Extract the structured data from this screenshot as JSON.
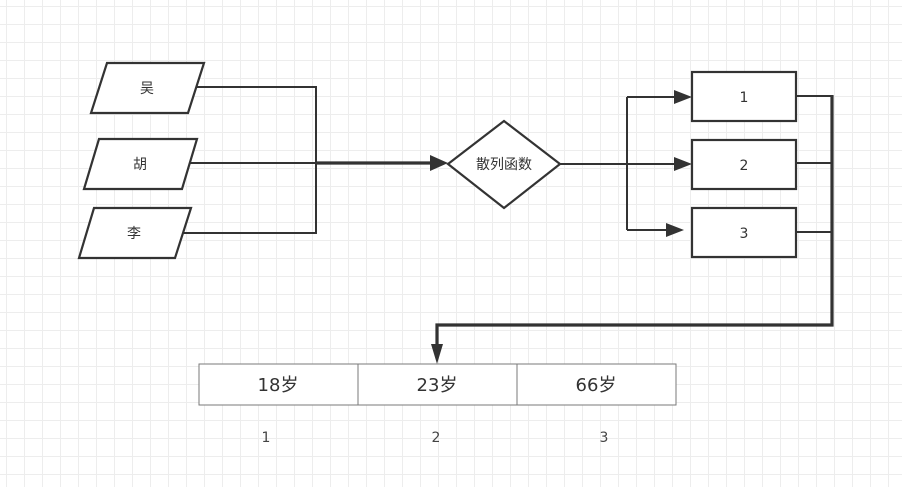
{
  "inputs": [
    "吴",
    "胡",
    "李"
  ],
  "hash_function": "散列函数",
  "buckets": [
    "1",
    "2",
    "3"
  ],
  "table": {
    "cells": [
      "18岁",
      "23岁",
      "66岁"
    ],
    "indices": [
      "1",
      "2",
      "3"
    ]
  }
}
